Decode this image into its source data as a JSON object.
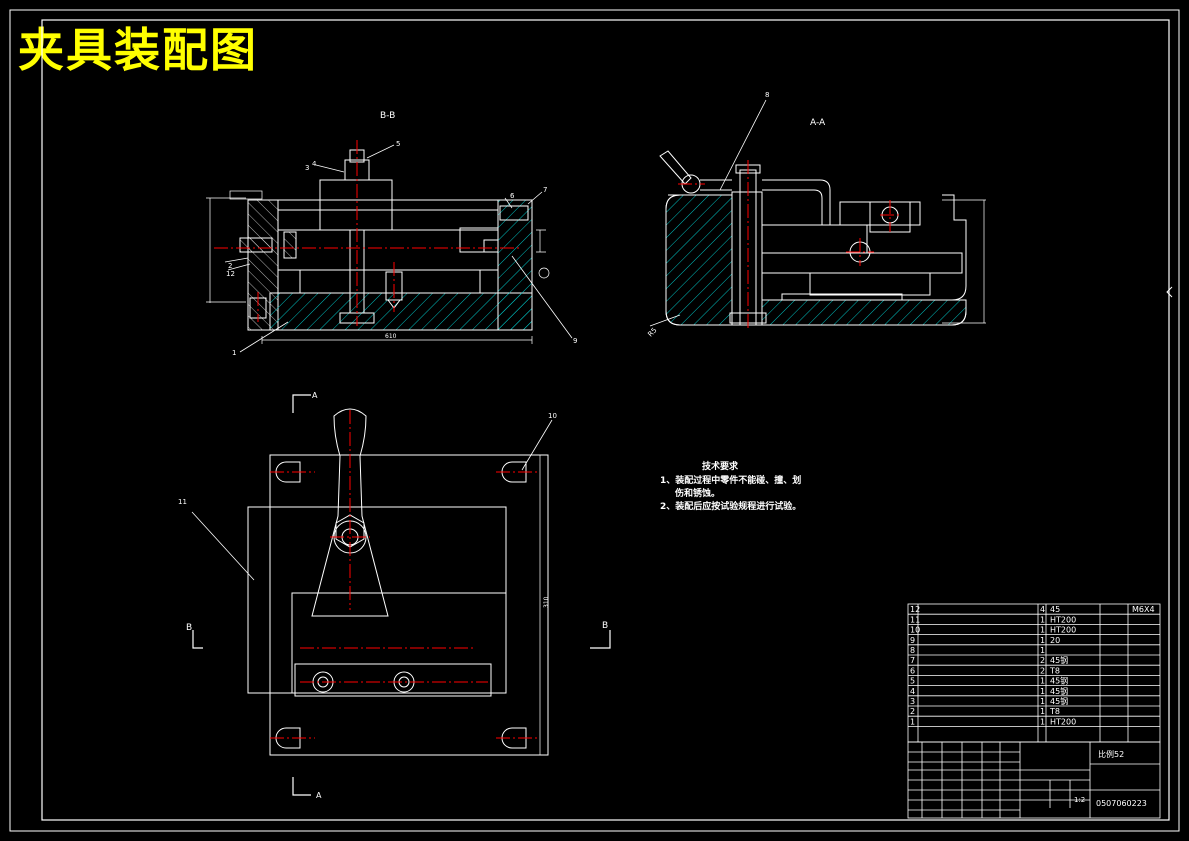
{
  "title": "夹具装配图",
  "views": {
    "bb_label": "B-B",
    "aa_label": "A-A",
    "section_a_top": "A",
    "section_a_bottom": "A",
    "section_b_left": "B",
    "section_b_right": "B"
  },
  "balloons": {
    "n1": "1",
    "n2": "2",
    "n3": "3",
    "n4": "4",
    "n5": "5",
    "n6": "6",
    "n7": "7",
    "n8": "8",
    "n9": "9",
    "n10": "10",
    "n11": "11",
    "n12": "12"
  },
  "dims": {
    "bb_width": "610",
    "top_height": "310",
    "aa_radius": "R5"
  },
  "tech": {
    "heading": "技术要求",
    "line1": "1、装配过程中零件不能碰、撞、划",
    "line1b": "伤和锈蚀。",
    "line2": "2、装配后应按试验规程进行试验。"
  },
  "bom": [
    {
      "no": "12",
      "name": "",
      "qty": "4",
      "mat": "45",
      "note": "M6X4"
    },
    {
      "no": "11",
      "name": "",
      "qty": "1",
      "mat": "HT200",
      "note": ""
    },
    {
      "no": "10",
      "name": "",
      "qty": "1",
      "mat": "HT200",
      "note": ""
    },
    {
      "no": "9",
      "name": "",
      "qty": "1",
      "mat": "20",
      "note": ""
    },
    {
      "no": "8",
      "name": "",
      "qty": "1",
      "mat": "",
      "note": ""
    },
    {
      "no": "7",
      "name": "",
      "qty": "2",
      "mat": "45钢",
      "note": ""
    },
    {
      "no": "6",
      "name": "",
      "qty": "2",
      "mat": "T8",
      "note": ""
    },
    {
      "no": "5",
      "name": "",
      "qty": "1",
      "mat": "45钢",
      "note": ""
    },
    {
      "no": "4",
      "name": "",
      "qty": "1",
      "mat": "45钢",
      "note": ""
    },
    {
      "no": "3",
      "name": "",
      "qty": "1",
      "mat": "45钢",
      "note": ""
    },
    {
      "no": "2",
      "name": "",
      "qty": "1",
      "mat": "T8",
      "note": ""
    },
    {
      "no": "1",
      "name": "",
      "qty": "1",
      "mat": "HT200",
      "note": ""
    }
  ],
  "titleblock": {
    "scale_text": "比例52",
    "ratio": "1:2",
    "drawing_no": "0507060223"
  },
  "colors": {
    "outline": "#ffffff",
    "centerline": "#ff0000",
    "hatch": "#00c0c0",
    "title": "#ffff00"
  }
}
